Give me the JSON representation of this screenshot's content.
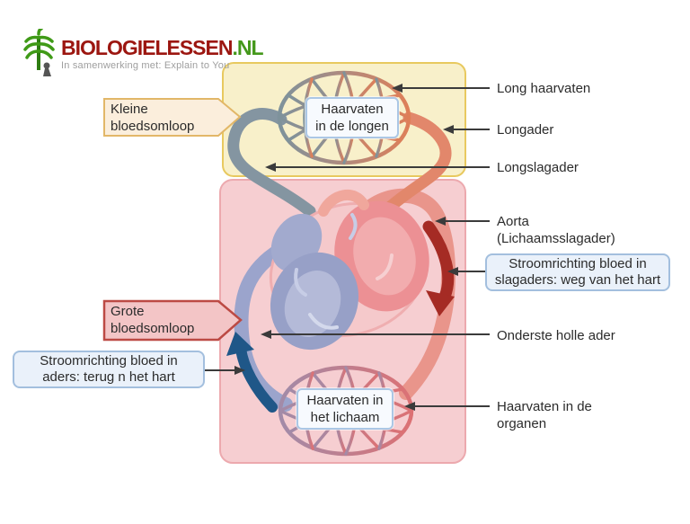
{
  "logo": {
    "brand": "BIOLOGIELESSEN",
    "brand_suffix": ".NL",
    "tagline": "In samenwerking met: Explain to You"
  },
  "callouts": {
    "kleine": {
      "line1": "Kleine",
      "line2": "bloedsomloop"
    },
    "grote": {
      "line1": "Grote",
      "line2": "bloedsomloop"
    }
  },
  "flow_boxes": {
    "slagaders": {
      "line1": "Stroomrichting bloed in",
      "line2": "slagaders: weg van het hart"
    },
    "aders": {
      "line1": "Stroomrichting bloed in",
      "line2": "aders: terug n het hart"
    }
  },
  "capillary_labels": {
    "longen": {
      "line1": "Haarvaten",
      "line2": "in de longen"
    },
    "lichaam": {
      "line1": "Haarvaten in",
      "line2": "het lichaam"
    }
  },
  "right_labels": {
    "long_haarvaten": "Long haarvaten",
    "longader": "Longader",
    "longslagader": "Longslagader",
    "aorta_line1": "Aorta",
    "aorta_line2": "(Lichaamsslagader)",
    "onderste_holle_ader": "Onderste holle ader",
    "haarvaten_organen_line1": "Haarvaten in de",
    "haarvaten_organen_line2": "organen"
  },
  "colors": {
    "kleine_region_fill": "#F8F0CA",
    "kleine_region_border": "#E8C95F",
    "grote_region_fill": "#F6CED1",
    "grote_region_border": "#ECA9AE",
    "kleine_callout_fill": "#FBEEDC",
    "kleine_callout_border": "#E2B768",
    "grote_callout_fill": "#F3C5C6",
    "grote_callout_border": "#BC4A44",
    "flow_box_fill": "#EAF1FA",
    "flow_box_border": "#A3BFDE",
    "capillary_label_fill": "#F7FAFE",
    "capillary_label_border": "#ABC7E5",
    "artery_flow_arrow": "#A52B24",
    "vein_flow_arrow": "#1F5788",
    "brand_red": "#9C1610",
    "brand_green": "#44981B"
  }
}
